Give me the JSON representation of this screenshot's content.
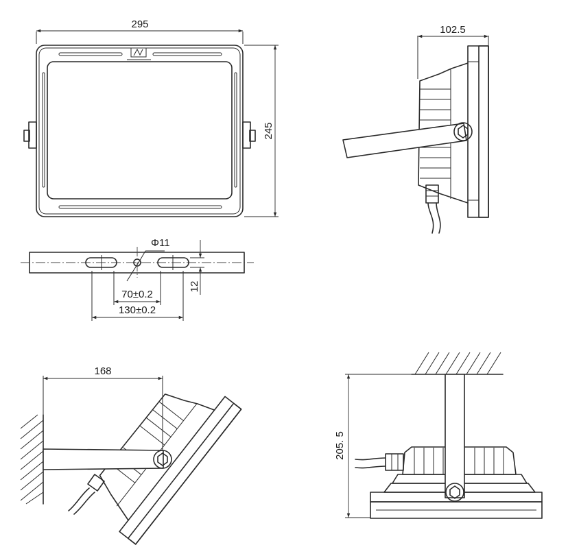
{
  "drawing": {
    "front_view": {
      "width_label": "295",
      "height_label": "245"
    },
    "side_view": {
      "depth_label": "102.5"
    },
    "bracket_view": {
      "hole_label": "Φ11",
      "inner_spacing_label": "70±0.2",
      "outer_spacing_label": "130±0.2",
      "width_label": "12"
    },
    "wall_mount_view": {
      "reach_label": "168"
    },
    "ceiling_mount_view": {
      "height_label": "205. 5"
    }
  },
  "colors": {
    "line": "#2a2a2a",
    "background": "#ffffff"
  }
}
